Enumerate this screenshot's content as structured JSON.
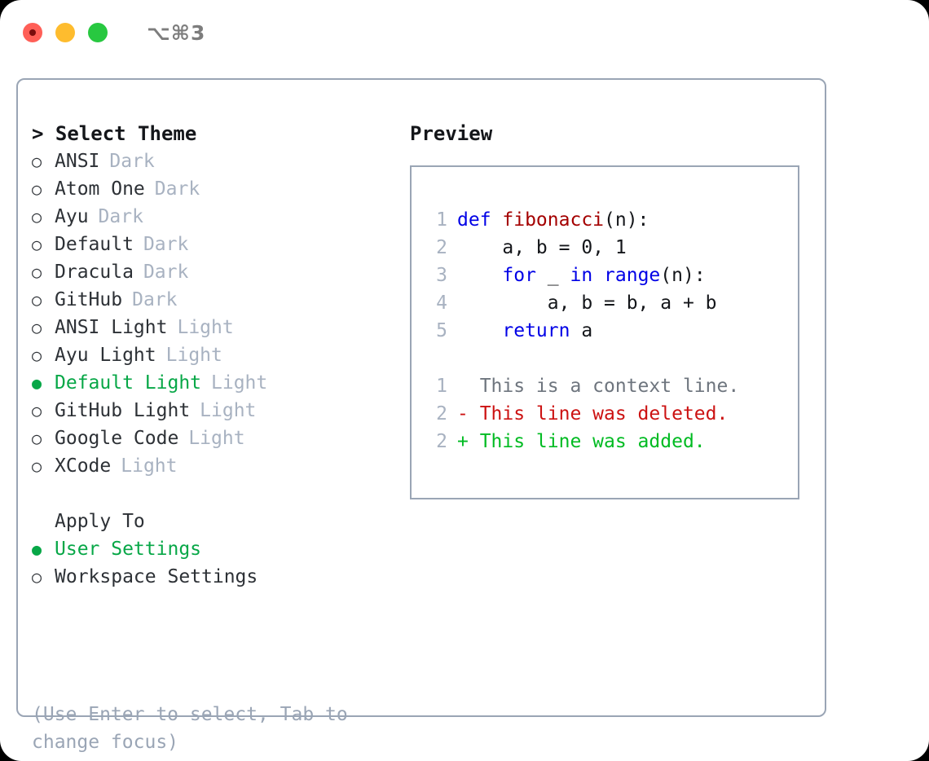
{
  "window": {
    "title": "⌥⌘3",
    "traffic_lights": [
      {
        "name": "close",
        "color": "#ff5f57"
      },
      {
        "name": "minimize",
        "color": "#febc2e"
      },
      {
        "name": "maximize",
        "color": "#28c840"
      }
    ]
  },
  "theme_picker": {
    "heading": "> Select Theme",
    "marker_unselected": "○",
    "marker_selected": "●",
    "accent_color": "#07a747",
    "badge_color": "#a8b2c1",
    "items": [
      {
        "label": "ANSI",
        "badge": "Dark",
        "selected": false
      },
      {
        "label": "Atom One",
        "badge": "Dark",
        "selected": false
      },
      {
        "label": "Ayu",
        "badge": "Dark",
        "selected": false
      },
      {
        "label": "Default",
        "badge": "Dark",
        "selected": false
      },
      {
        "label": "Dracula",
        "badge": "Dark",
        "selected": false
      },
      {
        "label": "GitHub",
        "badge": "Dark",
        "selected": false
      },
      {
        "label": "ANSI Light",
        "badge": "Light",
        "selected": false
      },
      {
        "label": "Ayu Light",
        "badge": "Light",
        "selected": false
      },
      {
        "label": "Default Light",
        "badge": "Light",
        "selected": true
      },
      {
        "label": "GitHub Light",
        "badge": "Light",
        "selected": false
      },
      {
        "label": "Google Code",
        "badge": "Light",
        "selected": false
      },
      {
        "label": "XCode",
        "badge": "Light",
        "selected": false
      }
    ]
  },
  "apply_to": {
    "heading": "Apply To",
    "items": [
      {
        "label": "User Settings",
        "selected": true
      },
      {
        "label": "Workspace Settings",
        "selected": false
      }
    ]
  },
  "hint": "(Use Enter to select, Tab to change focus)",
  "preview": {
    "title": "Preview",
    "code_lines": [
      {
        "number": "1",
        "tokens": [
          {
            "text": "def ",
            "style": "kw"
          },
          {
            "text": "fibonacci",
            "style": "fn"
          },
          {
            "text": "(n):",
            "style": "plain"
          }
        ]
      },
      {
        "number": "2",
        "tokens": [
          {
            "text": "    a, b = 0, 1",
            "style": "plain"
          }
        ]
      },
      {
        "number": "3",
        "tokens": [
          {
            "text": "    ",
            "style": "plain"
          },
          {
            "text": "for",
            "style": "kw"
          },
          {
            "text": " _ ",
            "style": "plain"
          },
          {
            "text": "in",
            "style": "kw"
          },
          {
            "text": " ",
            "style": "plain"
          },
          {
            "text": "range",
            "style": "kw"
          },
          {
            "text": "(n):",
            "style": "plain"
          }
        ]
      },
      {
        "number": "4",
        "tokens": [
          {
            "text": "        a, b = b, a + b",
            "style": "plain"
          }
        ]
      },
      {
        "number": "5",
        "tokens": [
          {
            "text": "    ",
            "style": "plain"
          },
          {
            "text": "return",
            "style": "kw"
          },
          {
            "text": " a",
            "style": "plain"
          }
        ]
      }
    ],
    "diff_lines": [
      {
        "number": "1",
        "text": "  This is a context line.",
        "style": "ctx"
      },
      {
        "number": "2",
        "text": "- This line was deleted.",
        "style": "del"
      },
      {
        "number": "2",
        "text": "+ This line was added.",
        "style": "add"
      }
    ]
  }
}
